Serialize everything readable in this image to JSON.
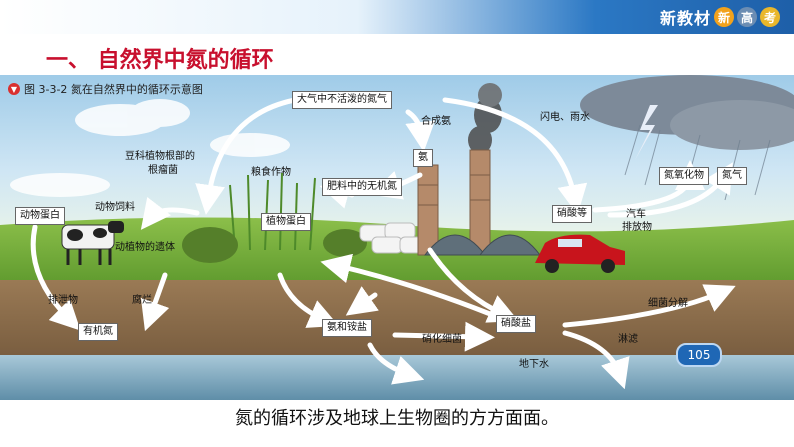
{
  "brand": {
    "text": "新教材",
    "badge1": "新",
    "badge2": "高",
    "badge3": "考"
  },
  "section_title": "一、 自然界中氮的循环",
  "figure": {
    "caption": "图 3-3-2   氮在自然界中的循环示意图",
    "page_number": "105",
    "boxes": {
      "atmosphere_n2": "大气中不活泼的氮气",
      "ammonia": "氨",
      "inorganic_n": "肥料中的无机氮",
      "nitrate_etc": "硝酸等",
      "nitrogen_oxides": "氮氧化物",
      "nitrogen_gas": "氮气",
      "animal_protein": "动物蛋白",
      "plant_protein": "植物蛋白",
      "organic_n": "有机氮",
      "ammonia_and_salts": "氨和铵盐",
      "nitrate": "硝酸盐"
    },
    "labels": {
      "synthetic_ammonia": "合成氨",
      "lightning_rain": "闪电、雨水",
      "legume_bacteria_1": "豆科植物根部的",
      "legume_bacteria_2": "根瘤菌",
      "grain_crops": "粮食作物",
      "animal_feed": "动物饲料",
      "plant_remains": "动植物的遗体",
      "excreta": "排泄物",
      "decay": "腐烂",
      "nitrifying_bacteria": "硝化细菌",
      "car_1": "汽车",
      "car_2": "排放物",
      "bacterial_decomp": "细菌分解",
      "leaching": "淋滤",
      "groundwater": "地下水"
    }
  },
  "bottom_text": "氮的循环涉及地球上生物圈的方方面面。"
}
